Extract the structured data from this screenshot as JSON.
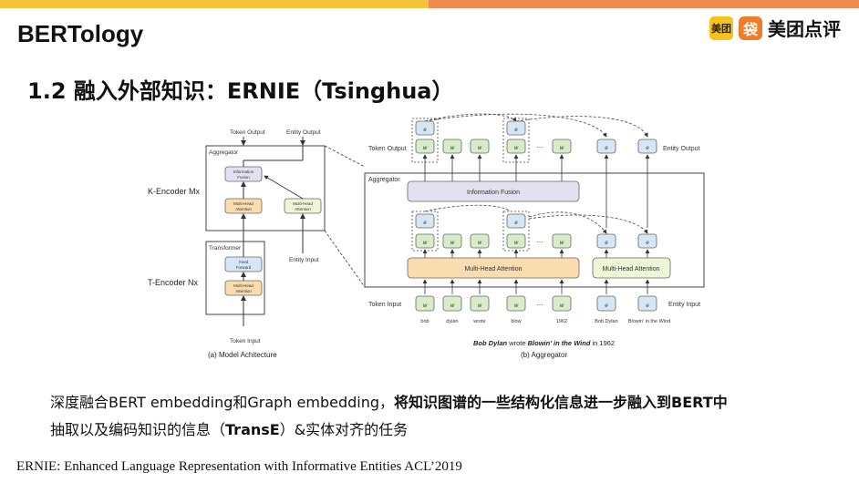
{
  "header": {
    "title": "BERTology",
    "logo_badge": "美团",
    "logo_mark": "袋",
    "logo_text": "美团点评"
  },
  "subtitle": "1.2 融入外部知识：ERNIE（Tsinghua）",
  "diagram": {
    "left": {
      "token_output": "Token Output",
      "entity_output": "Entity Output",
      "aggregator": "Aggregator",
      "info_fusion": "Information Fusion",
      "mha_token": "Multi-Head Attention",
      "mha_entity": "Multi-Head Attention",
      "k_encoder": "K-Encoder  Mx",
      "transformer": "Transformer",
      "feed_forward": "Feed Forward",
      "mha_t": "Multi-Head Attention",
      "t_encoder": "T-Encoder  Nx",
      "entity_input": "Entity Input",
      "token_input": "Token Input",
      "caption": "(a) Model Achitecture"
    },
    "right": {
      "token_output": "Token Output",
      "entity_output": "Entity Output",
      "aggregator": "Aggregator",
      "info_fusion": "Information Fusion",
      "mha_token": "Multi-Head Attention",
      "mha_entity": "Multi-Head Attention",
      "token_input": "Token Input",
      "entity_input": "Entity Input",
      "ellipsis": "···",
      "words": [
        "bob",
        "dylan",
        "wrote",
        "blow",
        "1962"
      ],
      "entity_words": [
        "Bob Dylan",
        "Blowin' in the Wind"
      ],
      "sentence_1": "Bob Dylan",
      "sentence_2": " wrote ",
      "sentence_3": "Blowin' in the Wind",
      "sentence_4": " in 1962",
      "caption": "(b) Aggregator"
    }
  },
  "description": {
    "line1_plain": "深度融合BERT embedding和Graph embedding，",
    "line1_bold": "将知识图谱的一些结构化信息进一步融入到BERT中",
    "line2_a": "抽取以及编码知识的信息（",
    "line2_bold": "TransE",
    "line2_b": "）&实体对齐的任务"
  },
  "footer": "ERNIE: Enhanced Language Representation with Informative Entities ACL’2019",
  "colors": {
    "top_left": "#f5c33b",
    "top_right": "#ee8a4d",
    "green": "#d9ecc9",
    "blue": "#d6e6f5",
    "orange": "#fbdcae",
    "purple": "#e3e0f0"
  }
}
